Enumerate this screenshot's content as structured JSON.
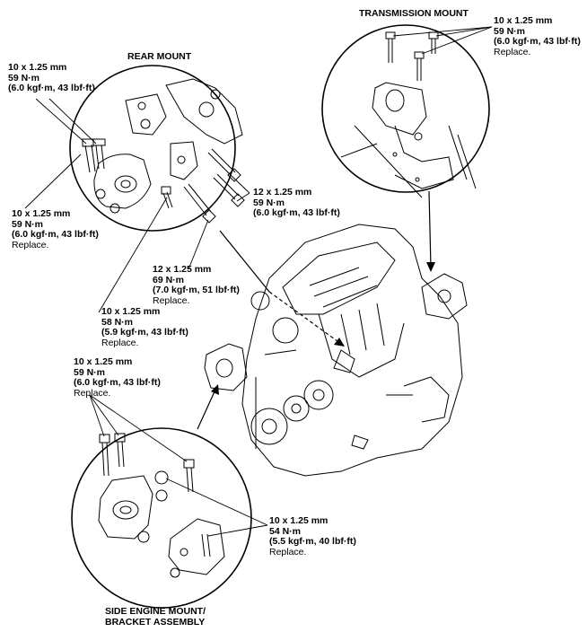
{
  "titles": {
    "rear_mount": "REAR MOUNT",
    "transmission_mount": "TRANSMISSION MOUNT",
    "side_mount_line1": "SIDE ENGINE MOUNT/",
    "side_mount_line2": "BRACKET ASSEMBLY"
  },
  "callouts": {
    "rear_top": {
      "size": "10 x 1.25 mm",
      "torque": "59 N·m",
      "alt": "(6.0 kgf·m, 43 lbf·ft)",
      "note": ""
    },
    "rear_left": {
      "size": "10 x 1.25 mm",
      "torque": "59 N·m",
      "alt": "(6.0 kgf·m, 43 lbf·ft)",
      "note": "Replace."
    },
    "rear_right": {
      "size": "12 x 1.25 mm",
      "torque": "59 N·m",
      "alt": "(6.0 kgf·m, 43 lbf·ft)",
      "note": ""
    },
    "rear_center": {
      "size": "12 x 1.25 mm",
      "torque": "69 N·m",
      "alt": "(7.0 kgf·m, 51 lbf·ft)",
      "note": "Replace."
    },
    "rear_lower": {
      "size": "10 x 1.25 mm",
      "torque": "58 N·m",
      "alt": "(5.9 kgf·m, 43 lbf·ft)",
      "note": "Replace."
    },
    "trans": {
      "size": "10 x 1.25 mm",
      "torque": "59 N·m",
      "alt": "(6.0 kgf·m, 43 lbf·ft)",
      "note": "Replace."
    },
    "side_top": {
      "size": "10 x 1.25 mm",
      "torque": "59 N·m",
      "alt": "(6.0 kgf·m, 43 lbf·ft)",
      "note": "Replace."
    },
    "side_right": {
      "size": "10 x 1.25 mm",
      "torque": "54 N·m",
      "alt": "(5.5 kgf·m, 40 lbf·ft)",
      "note": "Replace."
    }
  }
}
